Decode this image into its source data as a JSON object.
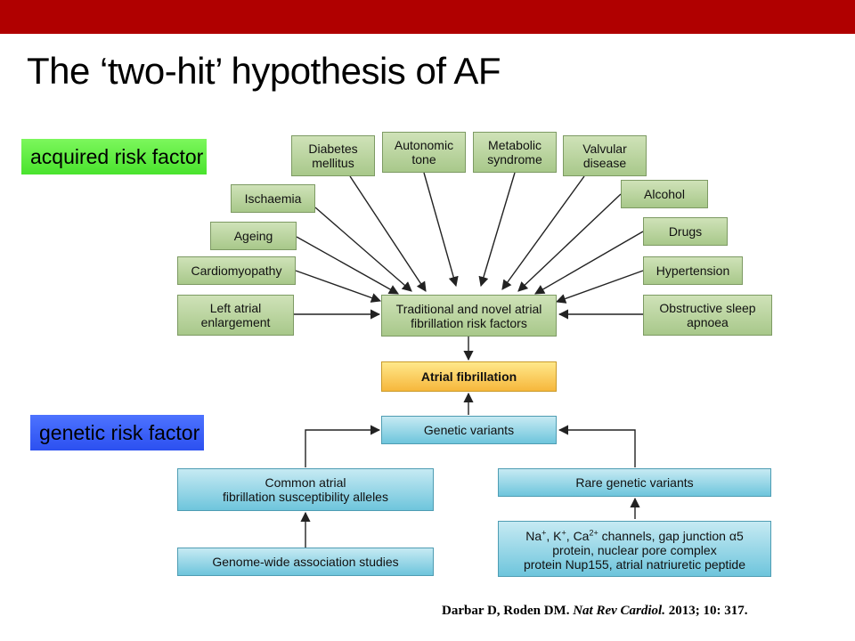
{
  "slide": {
    "title": "The ‘two-hit’ hypothesis of AF",
    "acquired_label": "acquired risk factor",
    "genetic_label": "genetic risk factor",
    "reference": {
      "authors": "Darbar D, Roden DM.",
      "journal": "Nat Rev Cardiol.",
      "rest": "2013; 10: 317."
    }
  },
  "diagram": {
    "acquired": {
      "diabetes": [
        "Diabetes",
        "mellitus"
      ],
      "autonomic": [
        "Autonomic",
        "tone"
      ],
      "metabolic": [
        "Metabolic",
        "syndrome"
      ],
      "valvular": [
        "Valvular",
        "disease"
      ],
      "ischaemia": [
        "Ischaemia"
      ],
      "alcohol": [
        "Alcohol"
      ],
      "ageing": [
        "Ageing"
      ],
      "drugs": [
        "Drugs"
      ],
      "cardiomyopathy": [
        "Cardiomyopathy"
      ],
      "hypertension": [
        "Hypertension"
      ],
      "left_atrial": [
        "Left atrial",
        "enlargement"
      ],
      "sleep_apnoea": [
        "Obstructive sleep",
        "apnoea"
      ]
    },
    "traditional": [
      "Traditional and novel atrial",
      "fibrillation risk factors"
    ],
    "af": "Atrial fibrillation",
    "genetic_variants": "Genetic variants",
    "common_alleles": [
      "Common atrial",
      "fibrillation susceptibility alleles"
    ],
    "rare_variants": "Rare genetic variants",
    "gwas": "Genome-wide association studies",
    "channels": {
      "line1_parts": [
        "Na",
        "+",
        ", K",
        "+",
        ", Ca",
        "2+",
        " channels, gap junction α5"
      ],
      "line2": "protein, nuclear pore complex",
      "line3": "protein Nup155, atrial natriuretic peptide"
    },
    "colors": {
      "acquired": "#b4cf98",
      "af": "#f8c84a",
      "genetic": "#7fcbe0",
      "topbar": "#b00000"
    }
  }
}
